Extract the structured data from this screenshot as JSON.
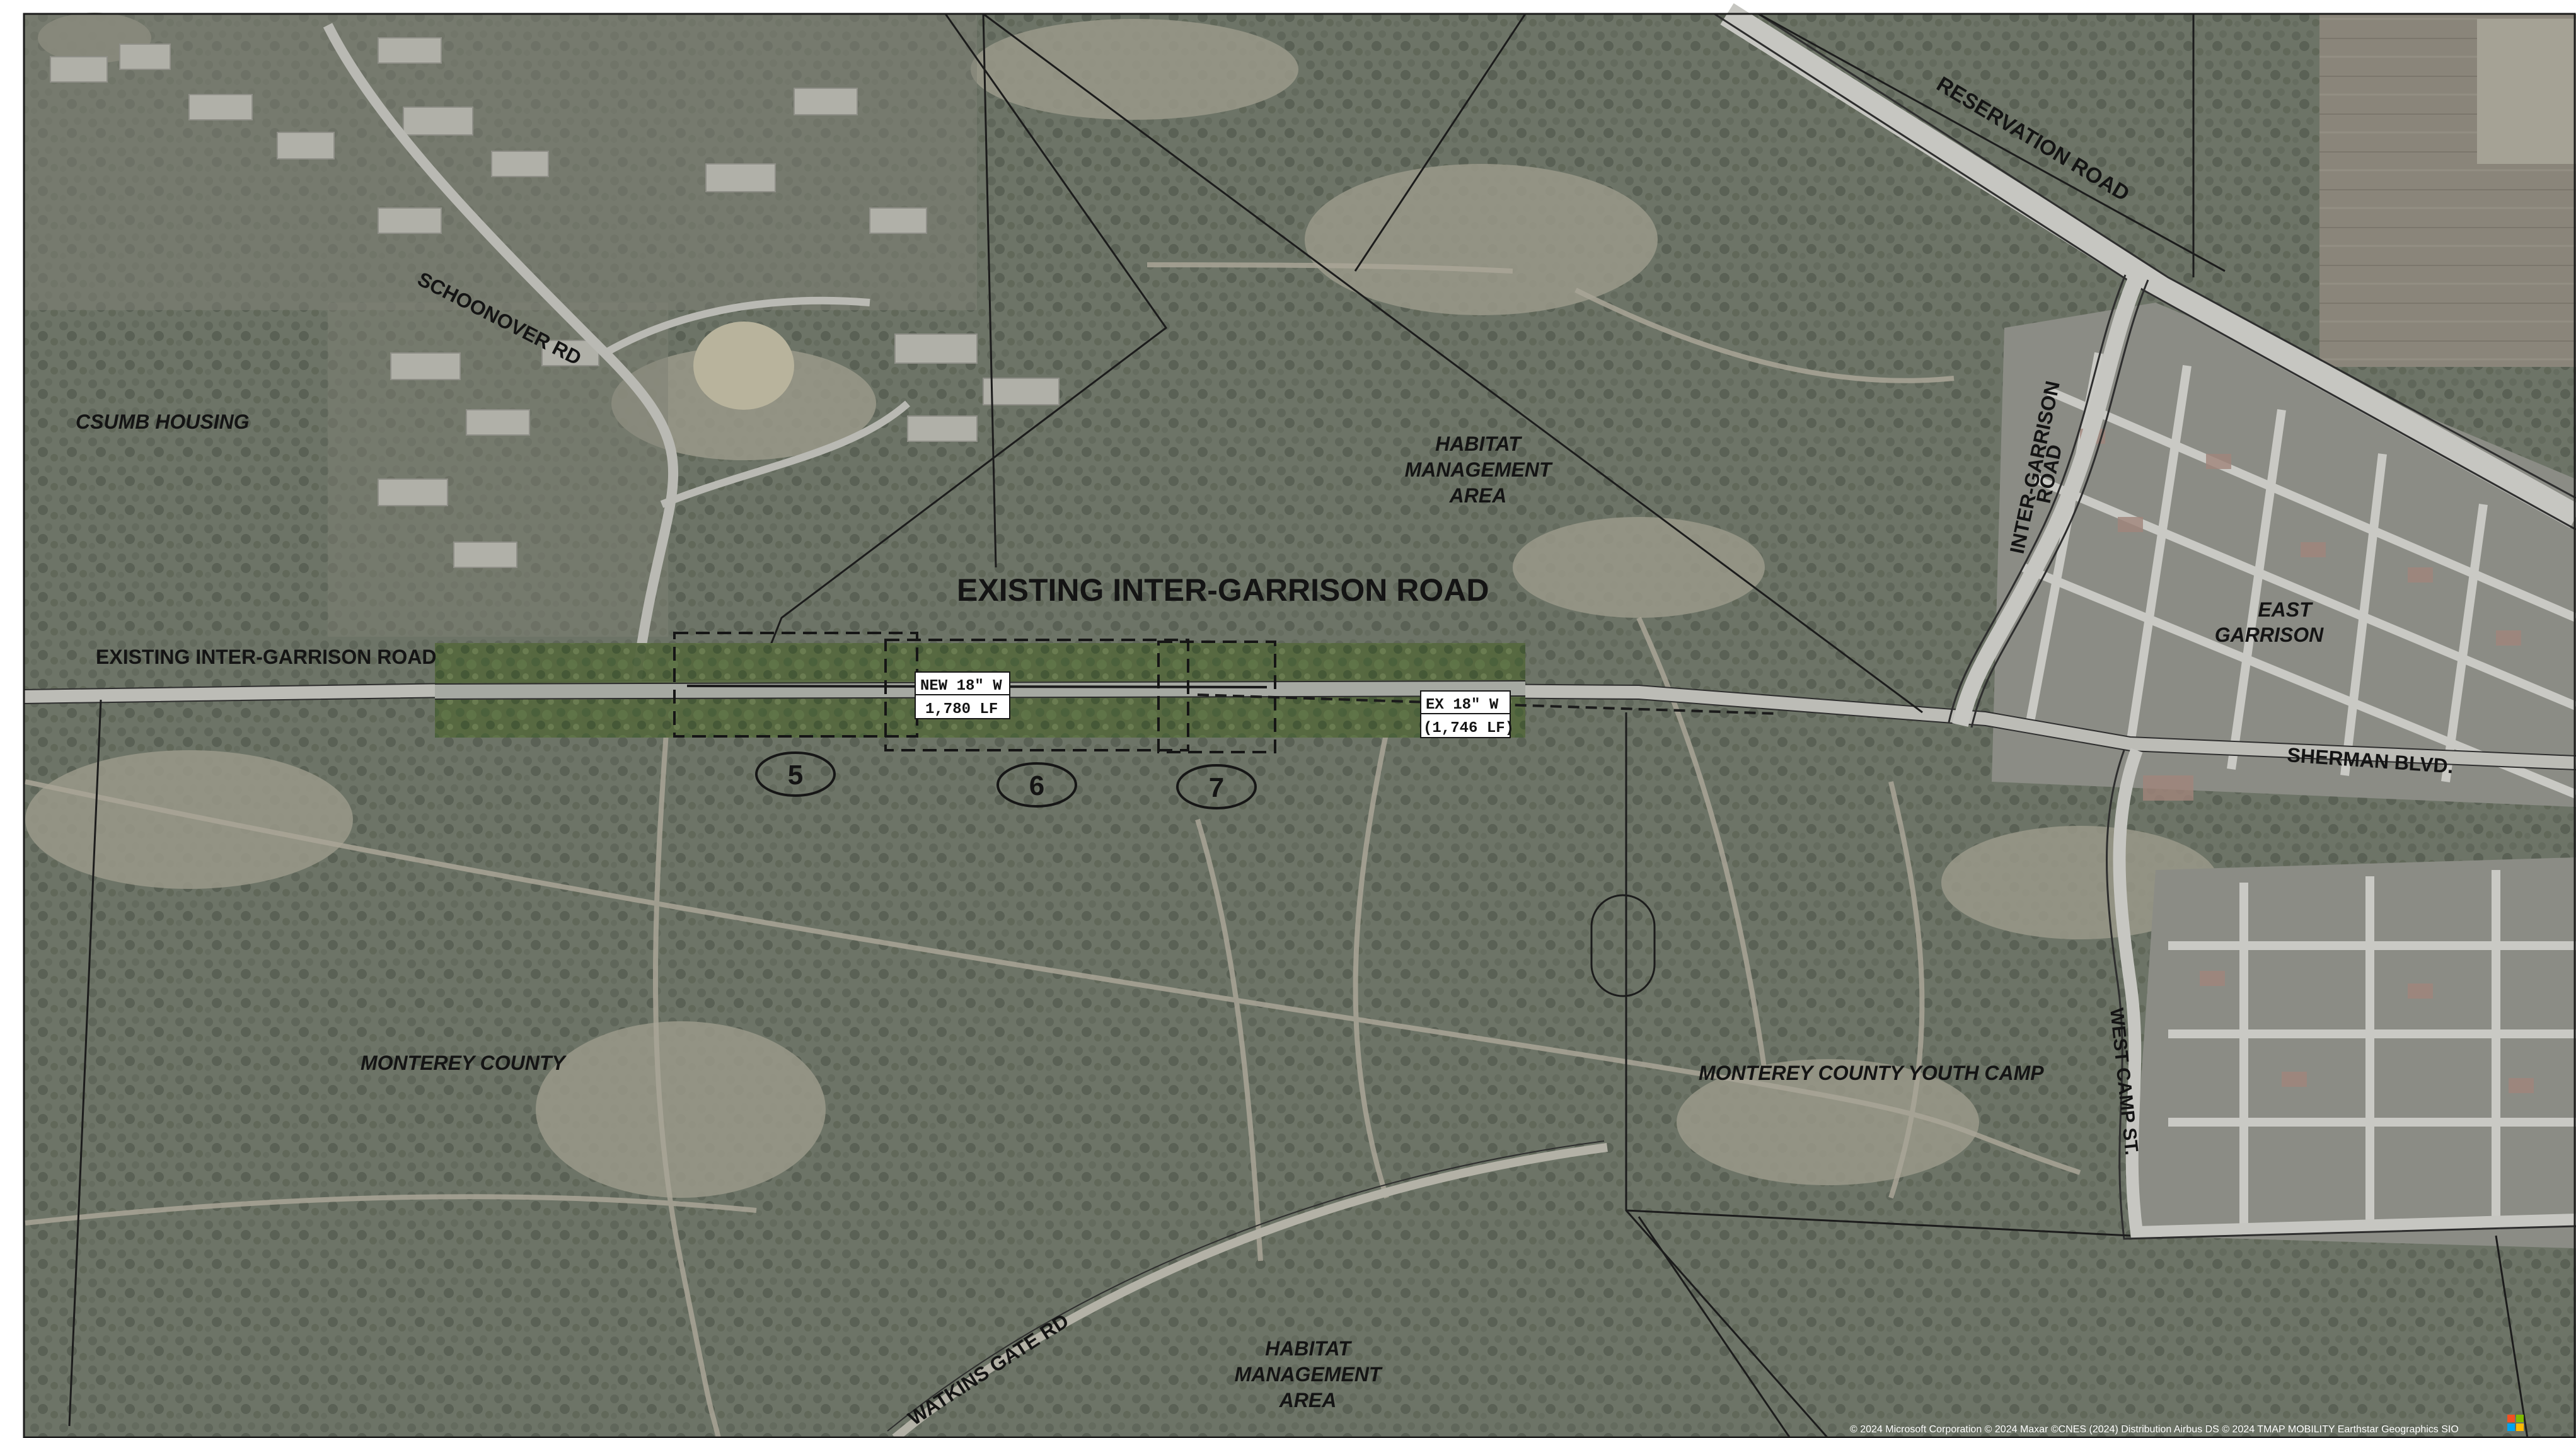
{
  "map": {
    "title": "EXISTING INTER-GARRISON ROAD",
    "roads": {
      "existing_inter_garrison": "EXISTING INTER-GARRISON ROAD",
      "schoonover": "SCHOONOVER RD",
      "reservation": "RESERVATION ROAD",
      "inter_garrison_line1": "INTER-GARRISON",
      "inter_garrison_line2": "ROAD",
      "sherman": "SHERMAN BLVD.",
      "west_camp": "WEST CAMP ST.",
      "watkins_gate": "WATKINS GATE RD"
    },
    "areas": {
      "csumb_housing": "CSUMB HOUSING",
      "habitat_north_1": "HABITAT",
      "habitat_north_2": "MANAGEMENT",
      "habitat_north_3": "AREA",
      "habitat_south_1": "HABITAT",
      "habitat_south_2": "MANAGEMENT",
      "habitat_south_3": "AREA",
      "east_garrison_1": "EAST",
      "east_garrison_2": "GARRISON",
      "monterey_county": "MONTEREY COUNTY",
      "youth_camp": "MONTEREY COUNTY YOUTH CAMP"
    },
    "pipes": {
      "new_line1": "NEW 18\" W",
      "new_line2": "1,780 LF",
      "ex_line1": "EX 18\" W",
      "ex_line2": "(1,746 LF)"
    },
    "sheets": [
      "5",
      "6",
      "7"
    ],
    "copyright": "© 2024 Microsoft Corporation © 2024 Maxar ©CNES (2024) Distribution Airbus DS © 2024 TMAP MOBILITY Earthstar Geographics  SIO",
    "colors": {
      "vegetation": "#6f7669",
      "clearing": "#9c9b8c",
      "road": "#bcbcb6",
      "road_edge": "#3a3a3a",
      "highlight": "#51663f",
      "label_box": "#ffffff",
      "ink": "#141414"
    }
  }
}
